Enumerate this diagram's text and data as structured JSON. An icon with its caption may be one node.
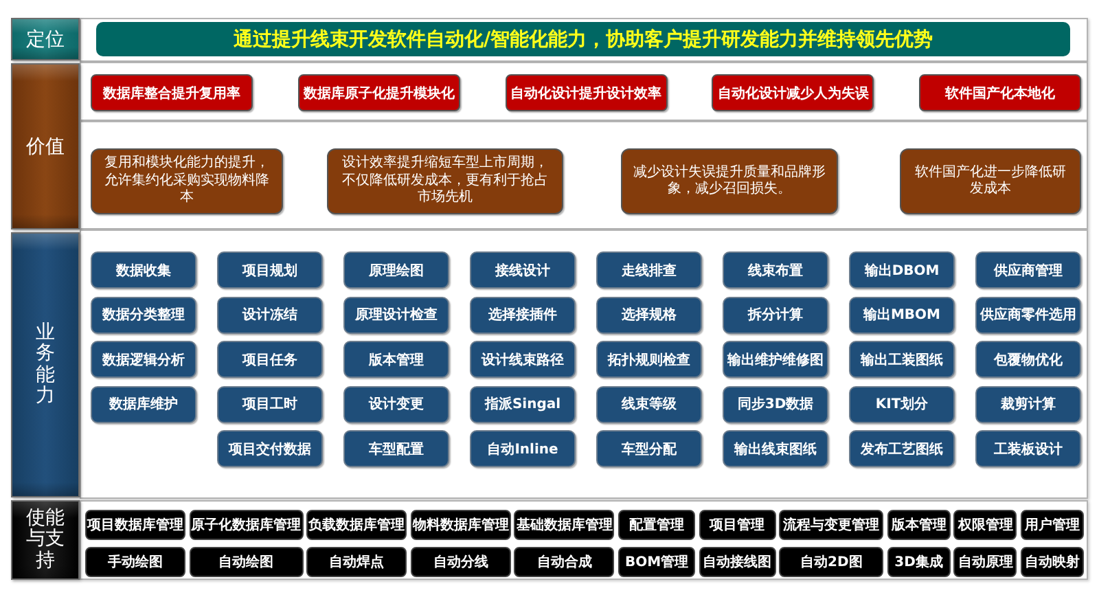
{
  "diagram": {
    "nodes": [
      {
        "text": [
          "定位"
        ]
      },
      {
        "text": [
          "通过提升线束开发软件自动化/智能化能力，协助客户提升研发能力并维持领先优势"
        ]
      },
      {
        "text": [
          "价值"
        ]
      },
      {
        "text": [
          "数据库整合提升复用率"
        ]
      },
      {
        "text": [
          "数据库原子化提升模块化"
        ]
      },
      {
        "text": [
          "自动化设计提升设计效率"
        ]
      },
      {
        "text": [
          "自动化设计减少人为失误"
        ]
      },
      {
        "text": [
          "软件国产化本地化"
        ]
      },
      {
        "text": [
          "复用和模块化能力的提升，允许集约化采购实现物料降本"
        ]
      },
      {
        "text": [
          "设计效率提升缩短车型上市周期，不仅降低研发成本，更有利于抢占市场先机"
        ]
      },
      {
        "text": [
          "减少设计失误提升质量和品牌形象，减少召回损失。"
        ]
      },
      {
        "text": [
          "软件国产化进一步降低研发成本"
        ]
      },
      {
        "text": [
          "业务能力"
        ]
      },
      {
        "text": [
          "数据收集"
        ]
      },
      {
        "text": [
          "项目规划"
        ]
      },
      {
        "text": [
          "原理绘图"
        ]
      },
      {
        "text": [
          "接线设计"
        ]
      },
      {
        "text": [
          "走线排查"
        ]
      },
      {
        "text": [
          "线束布置"
        ]
      },
      {
        "text": [
          "输出DBOM"
        ]
      },
      {
        "text": [
          "供应商管理"
        ]
      },
      {
        "text": [
          "数据分类整理"
        ]
      },
      {
        "text": [
          "设计冻结"
        ]
      },
      {
        "text": [
          "原理设计检查"
        ]
      },
      {
        "text": [
          "选择接插件"
        ]
      },
      {
        "text": [
          "选择规格"
        ]
      },
      {
        "text": [
          "拆分计算"
        ]
      },
      {
        "text": [
          "输出MBOM"
        ]
      },
      {
        "text": [
          "供应商零件选用"
        ]
      },
      {
        "text": [
          "数据逻辑分析"
        ]
      },
      {
        "text": [
          "项目任务"
        ]
      },
      {
        "text": [
          "版本管理"
        ]
      },
      {
        "text": [
          "设计线束路径"
        ]
      },
      {
        "text": [
          "拓扑规则检查"
        ]
      },
      {
        "text": [
          "输出维护维修图"
        ]
      },
      {
        "text": [
          "输出工装图纸"
        ]
      },
      {
        "text": [
          "包覆物优化"
        ]
      },
      {
        "text": [
          "数据库维护"
        ]
      },
      {
        "text": [
          "项目工时"
        ]
      },
      {
        "text": [
          "设计变更"
        ]
      },
      {
        "text": [
          "指派Singal"
        ]
      },
      {
        "text": [
          "线束等级"
        ]
      },
      {
        "text": [
          "同步3D数据"
        ]
      },
      {
        "text": [
          "KIT划分"
        ]
      },
      {
        "text": [
          "裁剪计算"
        ]
      },
      {
        "text": [
          "项目交付数据"
        ]
      },
      {
        "text": [
          "车型配置"
        ]
      },
      {
        "text": [
          "自动Inline"
        ]
      },
      {
        "text": [
          "车型分配"
        ]
      },
      {
        "text": [
          "输出线束图纸"
        ]
      },
      {
        "text": [
          "发布工艺图纸"
        ]
      },
      {
        "text": [
          "工装板设计"
        ]
      },
      {
        "text": [
          "使能与支持"
        ]
      },
      {
        "text": [
          "项目数据库管理"
        ]
      },
      {
        "text": [
          "原子化数据库管理"
        ]
      },
      {
        "text": [
          "负载数据库管理"
        ]
      },
      {
        "text": [
          "物料数据库管理"
        ]
      },
      {
        "text": [
          "基础数据库管理"
        ]
      },
      {
        "text": [
          "配置管理"
        ]
      },
      {
        "text": [
          "项目管理"
        ]
      },
      {
        "text": [
          "流程与变更管理"
        ]
      },
      {
        "text": [
          "版本管理"
        ]
      },
      {
        "text": [
          "权限管理"
        ]
      },
      {
        "text": [
          "用户管理"
        ]
      },
      {
        "text": [
          "手动绘图"
        ]
      },
      {
        "text": [
          "自动绘图"
        ]
      },
      {
        "text": [
          "自动焊点"
        ]
      },
      {
        "text": [
          "自动分线"
        ]
      },
      {
        "text": [
          "自动合成"
        ]
      },
      {
        "text": [
          "BOM管理"
        ]
      },
      {
        "text": [
          "自动接线图"
        ]
      },
      {
        "text": [
          "自动2D图"
        ]
      },
      {
        "text": [
          "3D集成"
        ]
      },
      {
        "text": [
          "自动原理"
        ]
      },
      {
        "text": [
          "自动映射"
        ]
      }
    ]
  }
}
